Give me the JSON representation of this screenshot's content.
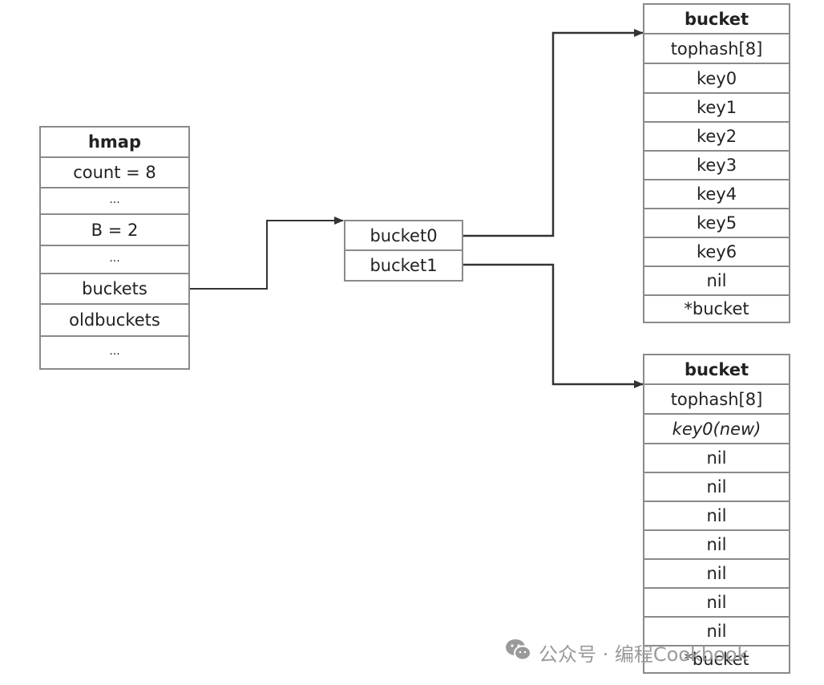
{
  "hmap": {
    "title": "hmap",
    "rows": [
      "count = 8",
      "...",
      "B = 2",
      "...",
      "buckets",
      "oldbuckets",
      "..."
    ]
  },
  "bucket_array": {
    "rows": [
      "bucket0",
      "bucket1"
    ]
  },
  "bucket_top": {
    "title": "bucket",
    "rows": [
      "tophash[8]",
      "key0",
      "key1",
      "key2",
      "key3",
      "key4",
      "key5",
      "key6",
      "nil",
      "*bucket"
    ]
  },
  "bucket_bottom": {
    "title": "bucket",
    "rows": [
      "tophash[8]",
      "key0(new)",
      "nil",
      "nil",
      "nil",
      "nil",
      "nil",
      "nil",
      "nil",
      "*bucket"
    ]
  },
  "watermark": {
    "text": "公众号 · 编程Cookbook",
    "icon": "wechat-icon"
  },
  "colors": {
    "border": "#8a8a8a",
    "arrow": "#333333",
    "watermark": "#9a9a9a"
  }
}
